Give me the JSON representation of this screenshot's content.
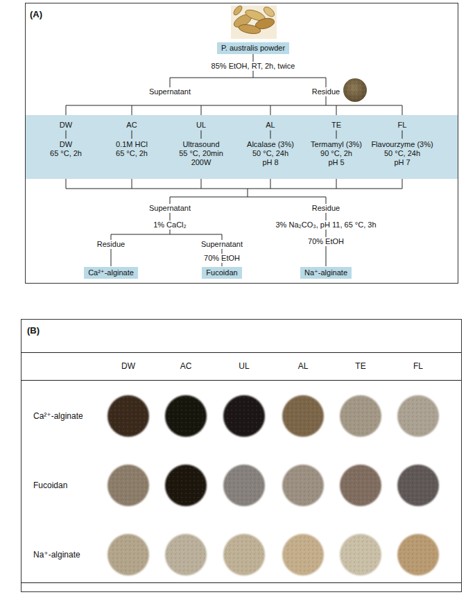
{
  "diagram": {
    "nodes": [
      {
        "text": [
          "P. australis powder"
        ]
      },
      {
        "text": [
          "DW",
          "DW",
          "65 °C, 2h",
          "AC",
          "0.1M HCl",
          "65 °C, 2h",
          "UL",
          "Ultrasound",
          "55 °C, 20min",
          "200W",
          "AL",
          "Alcalase (3%)",
          "50 °C, 24h",
          "pH 8",
          "TE",
          "Termamyl (3%)",
          "90 °C, 2h",
          "pH 5",
          "FL",
          "Flavourzyme (3%)",
          "50 °C, 24h",
          "pH 7"
        ]
      },
      {
        "text": [
          "Ca²⁺-alginate"
        ]
      },
      {
        "text": [
          "Fucoidan"
        ]
      },
      {
        "text": [
          "Na⁺-alginate"
        ]
      }
    ],
    "labels": [
      "(A)",
      "85% EtOH, RT, 2h, twice",
      "Supernatant",
      "Residue",
      "Supernatant",
      "Residue",
      "1% CaCl₂",
      "3% Na₂CO₃, pH 11, 65 °C, 3h",
      "Residue",
      "Supernatant",
      "70% EtOH",
      "70% EtOH",
      "(B)",
      "DW",
      "AC",
      "UL",
      "AL",
      "TE",
      "FL",
      "Ca²⁺-alginate",
      "Fucoidan",
      "Na⁺-alginate"
    ]
  }
}
